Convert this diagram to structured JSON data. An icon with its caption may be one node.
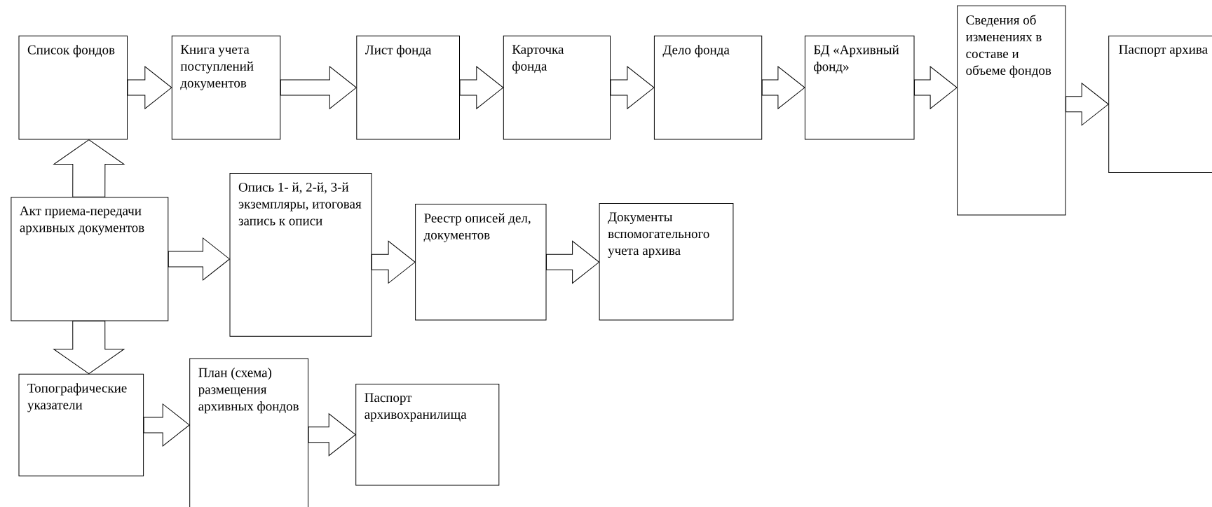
{
  "diagram": {
    "nodes": [
      {
        "text": [
          "Список фондов"
        ]
      },
      {
        "text": [
          "Книга учета поступлений документов"
        ]
      },
      {
        "text": [
          "Лист фонда"
        ]
      },
      {
        "text": [
          "Карточка фонда"
        ]
      },
      {
        "text": [
          "Дело фонда"
        ]
      },
      {
        "text": [
          "БД «Архивный фонд»"
        ]
      },
      {
        "text": [
          "Сведения об изменениях в составе и объеме фондов"
        ]
      },
      {
        "text": [
          "Паспорт архива"
        ]
      },
      {
        "text": [
          "Акт приема-передачи архивных документов"
        ]
      },
      {
        "text": [
          "Опись 1- й, 2-й, 3-й экземпляры, итоговая запись к описи"
        ]
      },
      {
        "text": [
          "Реестр описей дел, документов"
        ]
      },
      {
        "text": [
          "Документы вспомогательного учета архива"
        ]
      },
      {
        "text": [
          "Топографические указатели"
        ]
      },
      {
        "text": [
          "План (схема) размещения архивных фондов"
        ]
      },
      {
        "text": [
          "Паспорт архивохранилища"
        ]
      }
    ],
    "edges": [
      {
        "from": 0,
        "to": 1,
        "arrow": "to"
      },
      {
        "from": 1,
        "to": 2,
        "arrow": "to"
      },
      {
        "from": 2,
        "to": 3,
        "arrow": "to"
      },
      {
        "from": 3,
        "to": 4,
        "arrow": "to"
      },
      {
        "from": 4,
        "to": 5,
        "arrow": "to"
      },
      {
        "from": 5,
        "to": 6,
        "arrow": "to"
      },
      {
        "from": 6,
        "to": 7,
        "arrow": "to"
      },
      {
        "from": 8,
        "to": 0,
        "arrow": "to"
      },
      {
        "from": 8,
        "to": 9,
        "arrow": "to"
      },
      {
        "from": 9,
        "to": 10,
        "arrow": "to"
      },
      {
        "from": 10,
        "to": 11,
        "arrow": "to"
      },
      {
        "from": 8,
        "to": 12,
        "arrow": "to"
      },
      {
        "from": 12,
        "to": 13,
        "arrow": "to"
      },
      {
        "from": 13,
        "to": 14,
        "arrow": "to"
      }
    ]
  }
}
